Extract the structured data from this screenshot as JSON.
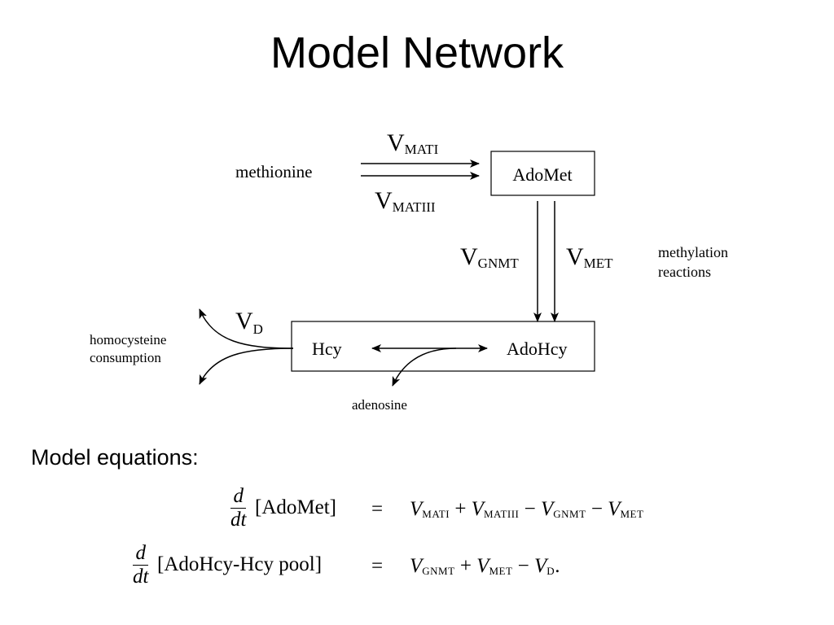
{
  "title": "Model Network",
  "diagram": {
    "boxes": {
      "adomet": "AdoMet",
      "hcy": "Hcy",
      "adohcy": "AdoHcy"
    },
    "labels": {
      "methionine": "methionine",
      "v_mati_main": "V",
      "v_mati_sub": "MATI",
      "v_matiii_main": "V",
      "v_matiii_sub": "MATIII",
      "v_gnmt_main": "V",
      "v_gnmt_sub": "GNMT",
      "v_met_main": "V",
      "v_met_sub": "MET",
      "methylation_line1": "methylation",
      "methylation_line2": "reactions",
      "v_d_main": "V",
      "v_d_sub": "D",
      "homocysteine_line1": "homocysteine",
      "homocysteine_line2": "consumption",
      "adenosine": "adenosine"
    }
  },
  "equations_heading": "Model equations:",
  "equations": [
    {
      "d": "d",
      "dt": "dt",
      "lhs": "[AdoMet]",
      "eq": "=",
      "terms": [
        {
          "op": "",
          "v": "V",
          "sub": "MATI"
        },
        {
          "op": " + ",
          "v": "V",
          "sub": "MATIII"
        },
        {
          "op": " − ",
          "v": "V",
          "sub": "GNMT"
        },
        {
          "op": " − ",
          "v": "V",
          "sub": "MET"
        }
      ],
      "tail": ""
    },
    {
      "d": "d",
      "dt": "dt",
      "lhs": "[AdoHcy-Hcy pool]",
      "eq": "=",
      "terms": [
        {
          "op": "",
          "v": "V",
          "sub": "GNMT"
        },
        {
          "op": " + ",
          "v": "V",
          "sub": "MET"
        },
        {
          "op": " − ",
          "v": "V",
          "sub": "D"
        }
      ],
      "tail": "."
    }
  ]
}
